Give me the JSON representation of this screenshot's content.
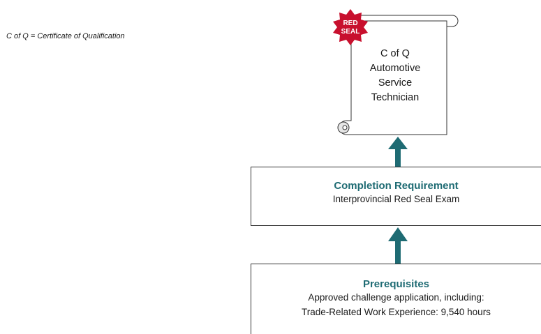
{
  "note": "C of Q = Certificate of Qualification",
  "certificate": {
    "lines": [
      "C of Q",
      "Automotive",
      "Service",
      "Technician"
    ],
    "seal": [
      "RED",
      "SEAL"
    ]
  },
  "completion": {
    "title": "Completion Requirement",
    "line": "Interprovincial Red Seal Exam"
  },
  "prerequisites": {
    "title": "Prerequisites",
    "lines": [
      "Approved challenge application, including:",
      "Trade-Related Work Experience: 9,540 hours"
    ]
  },
  "colors": {
    "accent": "#1e6b73",
    "seal": "#c8102e",
    "arrow": "#1e6b73"
  }
}
